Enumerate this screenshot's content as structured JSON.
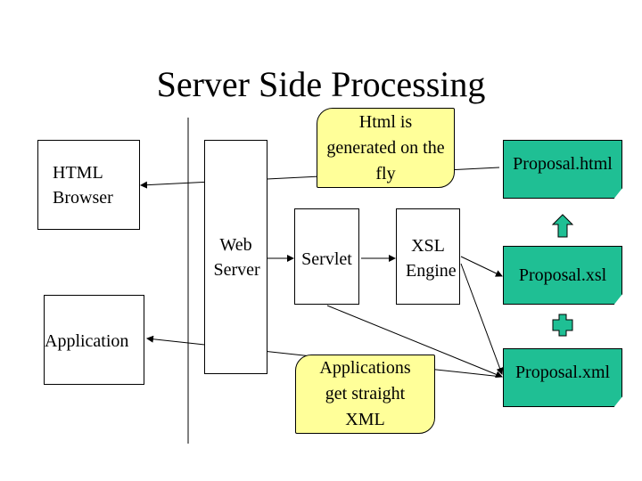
{
  "title": "Server Side Processing",
  "nodes": {
    "browser": "HTML Browser",
    "application": "Application",
    "web_server": "Web Server",
    "servlet": "Servlet",
    "xsl_engine": "XSL Engine"
  },
  "callouts": {
    "html_generated": "Html is generated on the fly",
    "apps_get_xml": "Applications get straight XML"
  },
  "files": {
    "html": "Proposal.html",
    "xsl": "Proposal.xsl",
    "xml": "Proposal.xml"
  },
  "colors": {
    "file_fill": "#1fbf94",
    "callout_fill": "#ffff99"
  }
}
